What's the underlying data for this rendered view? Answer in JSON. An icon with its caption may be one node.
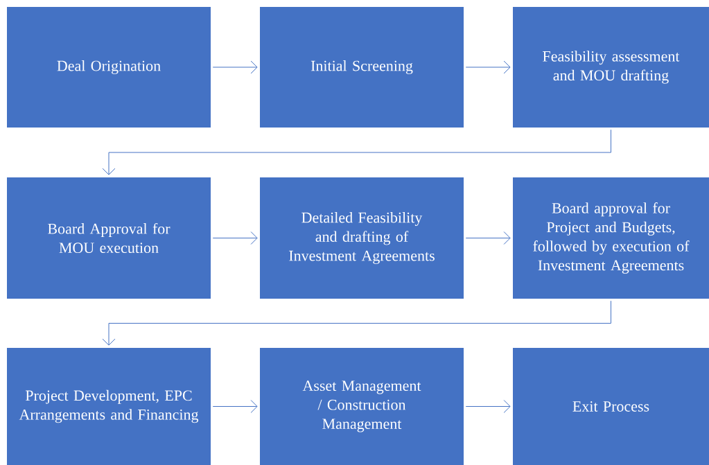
{
  "diagram": {
    "nodes": [
      {
        "text": [
          "Deal Origination"
        ]
      },
      {
        "text": [
          "Initial Screening"
        ]
      },
      {
        "text": [
          "Feasibility assessment and MOU drafting"
        ]
      },
      {
        "text": [
          "Board Approval for MOU execution"
        ]
      },
      {
        "text": [
          "Detailed Feasibility and drafting of Investment Agreements"
        ]
      },
      {
        "text": [
          "Board approval for Project and Budgets, followed by execution of Investment Agreements"
        ]
      },
      {
        "text": [
          "Project Development, EPC Arrangements and Financing"
        ]
      },
      {
        "text": [
          "Asset Management / Construction Management"
        ]
      },
      {
        "text": [
          "Exit Process"
        ]
      }
    ],
    "edges": [
      {
        "from": 0,
        "to": 1,
        "arrow": "to"
      },
      {
        "from": 1,
        "to": 2,
        "arrow": "to"
      },
      {
        "from": 2,
        "to": 3,
        "arrow": "to"
      },
      {
        "from": 3,
        "to": 4,
        "arrow": "to"
      },
      {
        "from": 4,
        "to": 5,
        "arrow": "to"
      },
      {
        "from": 5,
        "to": 6,
        "arrow": "to"
      },
      {
        "from": 6,
        "to": 7,
        "arrow": "to"
      },
      {
        "from": 7,
        "to": 8,
        "arrow": "to"
      }
    ]
  }
}
